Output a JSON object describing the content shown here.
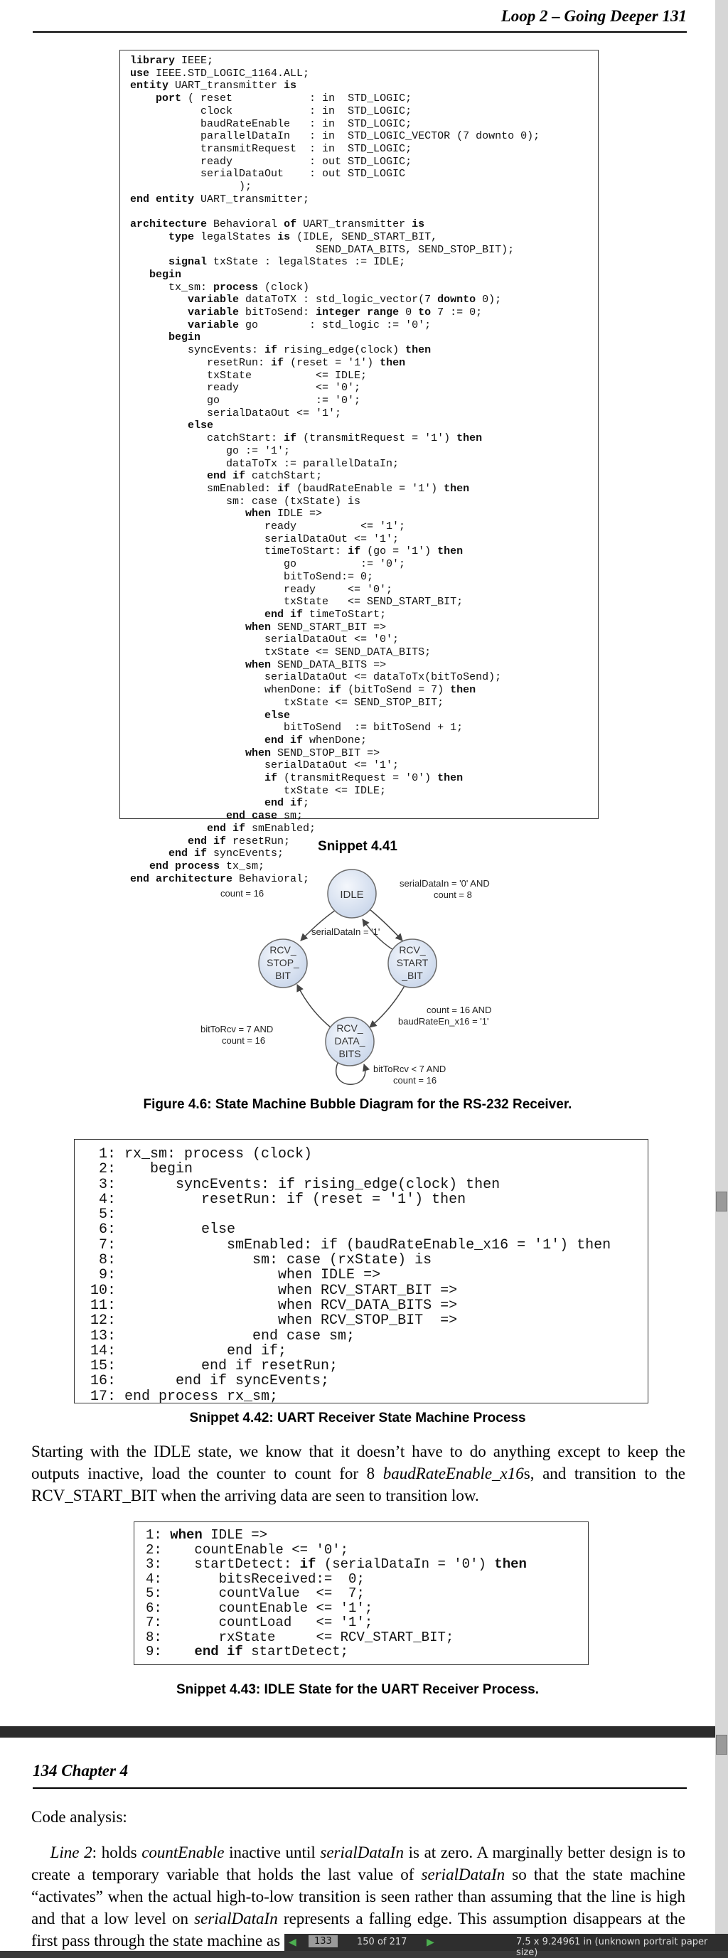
{
  "page1": {
    "running_head": "Loop 2 – Going Deeper   131",
    "snippet_441": {
      "caption": "Snippet 4.41"
    },
    "figure_46": {
      "caption": "Figure 4.6: State Machine Bubble Diagram for the RS-232 Receiver.",
      "states": [
        "IDLE",
        "RCV_ START _BIT",
        "RCV_ DATA_ BITS",
        "RCV_ STOP_ BIT"
      ],
      "labels": {
        "count16_top": "count = 16",
        "idle_to_start": "serialDataIn = '0' AND count = 8",
        "start_to_idle": "serialDataIn = '1'",
        "start_to_data": "count = 16 AND baudRateEn_x16 = '1'",
        "data_to_stop": "bitToRcv = 7 AND count = 16",
        "data_self": "bitToRcv < 7 AND count = 16"
      }
    },
    "snippet_442": {
      "caption": "Snippet 4.42: UART Receiver State Machine Process"
    },
    "paragraph": "Starting with the IDLE state, we know that it doesn't have to do anything except to keep the outputs inactive, load the counter to count for 8 baudRateEnable_x16s, and transition to the RCV_START_BIT when the arriving data are seen to transition low.",
    "snippet_443": {
      "caption": "Snippet 4.43: IDLE State for the UART Receiver Process."
    }
  },
  "page2": {
    "running_head": "134   Chapter 4",
    "section": "Code analysis:",
    "paragraph": "Line 2: holds countEnable inactive until serialDataIn is at zero. A marginally better design is to create a temporary variable that holds the last value of serialDataIn so that the state machine \"activates\" when the actual high-to-low transition is seen rather than assuming that the line is high and that a low level on serialDataIn represents a falling edge. This assumption disappears at the first pass through the state machine as the final state in the state machine"
  },
  "status": {
    "page_current": "133",
    "page_of": "150  of  217",
    "paper_size": "7.5 x 9.24961 in (unknown portrait paper size)"
  },
  "colors": {
    "bubble_fill": "#dde6f3",
    "bubble_stroke": "#6c6c6c",
    "nav_green": "#4caf50"
  }
}
